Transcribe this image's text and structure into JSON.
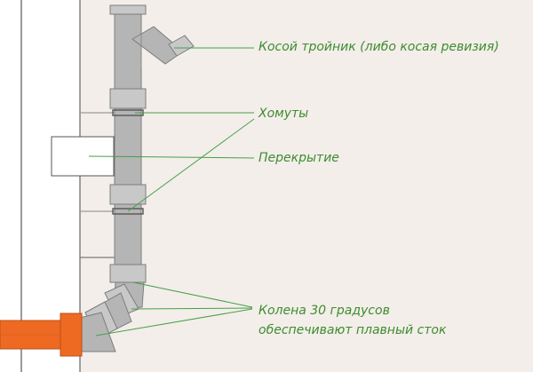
{
  "labels": {
    "tee": "Косой тройник (либо косая ревизия)",
    "clamps": "Хомуты",
    "slab": "Перекрытие",
    "elbows_line1": "Колена 30 градусов",
    "elbows_line2": "обеспечивают плавный сток"
  },
  "colors": {
    "background": "#f3eeea",
    "wall": "#ffffff",
    "pipe_fill": "#b5b5b5",
    "pipe_stroke": "#7d7d7d",
    "socket_fill": "#c8c8c8",
    "outlet_pipe": "#ee6a22",
    "leader_line": "#46a046",
    "label_text": "#3e8c2e"
  }
}
